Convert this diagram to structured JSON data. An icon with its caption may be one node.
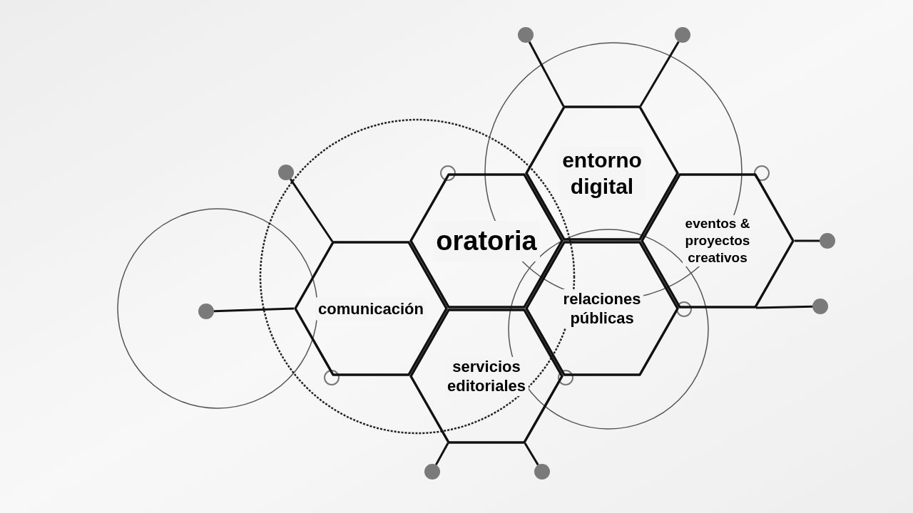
{
  "diagram": {
    "nodes": [
      {
        "text": [
          "oratoria"
        ]
      },
      {
        "text": [
          "comunicación"
        ]
      },
      {
        "text": [
          "servicios editoriales"
        ]
      },
      {
        "text": [
          "entorno digital"
        ]
      },
      {
        "text": [
          "relaciones públicas"
        ]
      },
      {
        "text": [
          "eventos & proyectos creativos"
        ]
      },
      {
        "text": [],
        "shape": "circle"
      },
      {
        "text": [],
        "shape": "circle"
      },
      {
        "text": [],
        "shape": "circle"
      },
      {
        "text": [],
        "shape": "circle"
      },
      {
        "text": [],
        "shape": "circle"
      },
      {
        "text": [],
        "shape": "circle"
      },
      {
        "text": [],
        "shape": "circle"
      },
      {
        "text": [],
        "shape": "circle"
      }
    ],
    "edges": [
      {
        "from": 1,
        "to": 6,
        "arrow": "none"
      },
      {
        "from": 1,
        "to": 7,
        "arrow": "none"
      },
      {
        "from": 2,
        "to": 8,
        "arrow": "none"
      },
      {
        "from": 2,
        "to": 9,
        "arrow": "none"
      },
      {
        "from": 3,
        "to": 10,
        "arrow": "none"
      },
      {
        "from": 3,
        "to": 11,
        "arrow": "none"
      },
      {
        "from": 5,
        "to": 12,
        "arrow": "none"
      },
      {
        "from": 5,
        "to": 13,
        "arrow": "none"
      }
    ]
  }
}
